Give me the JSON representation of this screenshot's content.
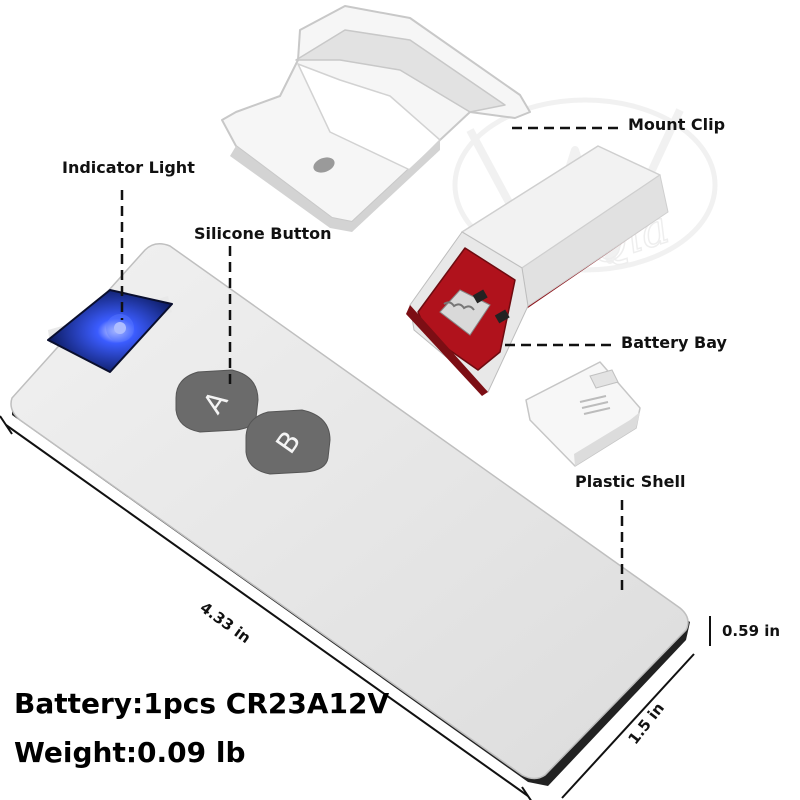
{
  "callouts": {
    "indicator_light": "Indicator Light",
    "silicone_button": "Silicone Button",
    "mount_clip": "Mount Clip",
    "battery_bay": "Battery Bay",
    "plastic_shell": "Plastic Shell"
  },
  "buttons": {
    "a": "A",
    "b": "B"
  },
  "dimensions": {
    "length": "4.33 in",
    "width": "1.5 in",
    "thickness": "0.59 in"
  },
  "specs": {
    "battery": "Battery:1pcs CR23A12V",
    "weight": "Weight:0.09 lb"
  },
  "watermark": "Wen Qia",
  "colors": {
    "indicator": "#2a4cff",
    "buttons": "#6b6b6b",
    "body": "#e7e7e7",
    "battery_bay": "#b0121c",
    "edge": "#2a2a2a"
  }
}
